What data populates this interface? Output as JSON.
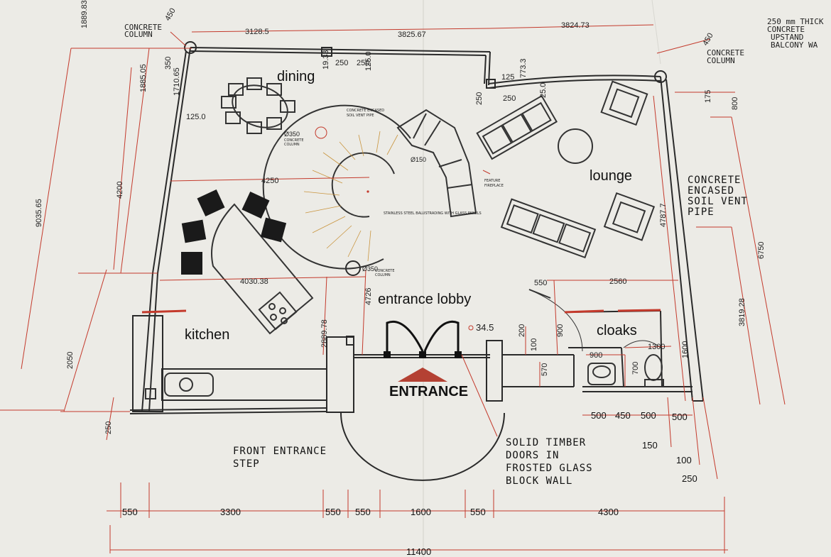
{
  "colors": {
    "paper": "#ecebe6",
    "wall": "#2a2a2a",
    "dimension": "#c43a2c",
    "stair": "#c9953f"
  },
  "rooms": {
    "dining": "dining",
    "lounge": "lounge",
    "kitchen": "kitchen",
    "entrance_lobby": "entrance lobby",
    "cloaks": "cloaks",
    "entrance": "ENTRANCE"
  },
  "notes": {
    "concrete_column_top_left": [
      "CONCRETE",
      "COLUMN"
    ],
    "concrete_column_top_right": [
      "CONCRETE",
      "COLUMN"
    ],
    "soil_vent": [
      "CONCRETE",
      "ENCASED",
      "SOIL VENT",
      "PIPE"
    ],
    "front_entrance_step": [
      "FRONT ENTRANCE",
      "STEP"
    ],
    "timber_doors": [
      "SOLID TIMBER",
      "DOORS IN",
      "FROSTED GLASS",
      "BLOCK WALL"
    ],
    "top_right_corner": [
      "250 mm THICK",
      "CONCRETE",
      "UPSTAND",
      "BALCONY WA"
    ],
    "balustrade": "STAINLESS STEEL BALUSTRADING WITH GLASS PANELS",
    "feature_fireplace": [
      "FEATURE",
      "FIREPLACE"
    ],
    "concrete_encased_soil_vent_small": [
      "CONCRETE ENCASED",
      "SOIL VENT PIPE"
    ],
    "column_350_a": "Ø350",
    "column_350_b": "Ø350",
    "column_150": "Ø150",
    "column_label_a": [
      "CONCRETE",
      "COLUMN"
    ],
    "column_label_b": [
      "CONCRETE",
      "COLUMN"
    ]
  },
  "dimensions": {
    "top_a": "3128.5",
    "top_b": "3825.67",
    "top_c": "3824.73",
    "top_left_vert": "1889.83",
    "column_450_left": "450",
    "column_450_right": "450",
    "d_350": "350",
    "d_1885": "1885.05",
    "d_1710": "1710.65",
    "d_1933": "19.33",
    "d_250_a": "250",
    "d_250_b": "250",
    "d_1250": "125.0",
    "d_125_a": "125",
    "d_7733": "773.3",
    "d_125_left": "125.0",
    "d_250_side": "250",
    "d_250_lr": "250",
    "d_250_c": "25.0",
    "d_175": "175",
    "d_800": "800",
    "d_4200": "4200",
    "d_4250": "4250",
    "d_4030": "4030.38",
    "d_9035": "9035.65",
    "d_2050": "2050",
    "d_250_bl": "250",
    "d_4726": "4726",
    "d_2889": "2889.78",
    "d_345": "34.5",
    "d_200": "200",
    "d_100": "100",
    "d_900_v": "900",
    "d_550_r": "550",
    "d_2560": "2560",
    "d_4787": "4787.7",
    "d_6750": "6750",
    "d_3819": "3819.28",
    "d_1600_v": "1600",
    "d_1300": "1300",
    "d_900_h": "900",
    "d_700": "700",
    "d_570": "570",
    "b_500_a": "500",
    "b_450": "450",
    "b_500_b": "500",
    "b_500_c": "500",
    "b_150": "150",
    "b_100": "100",
    "b_250": "250",
    "bottom": [
      "550",
      "3300",
      "550",
      "550",
      "1600",
      "550",
      "4300"
    ],
    "overall": "11400"
  }
}
